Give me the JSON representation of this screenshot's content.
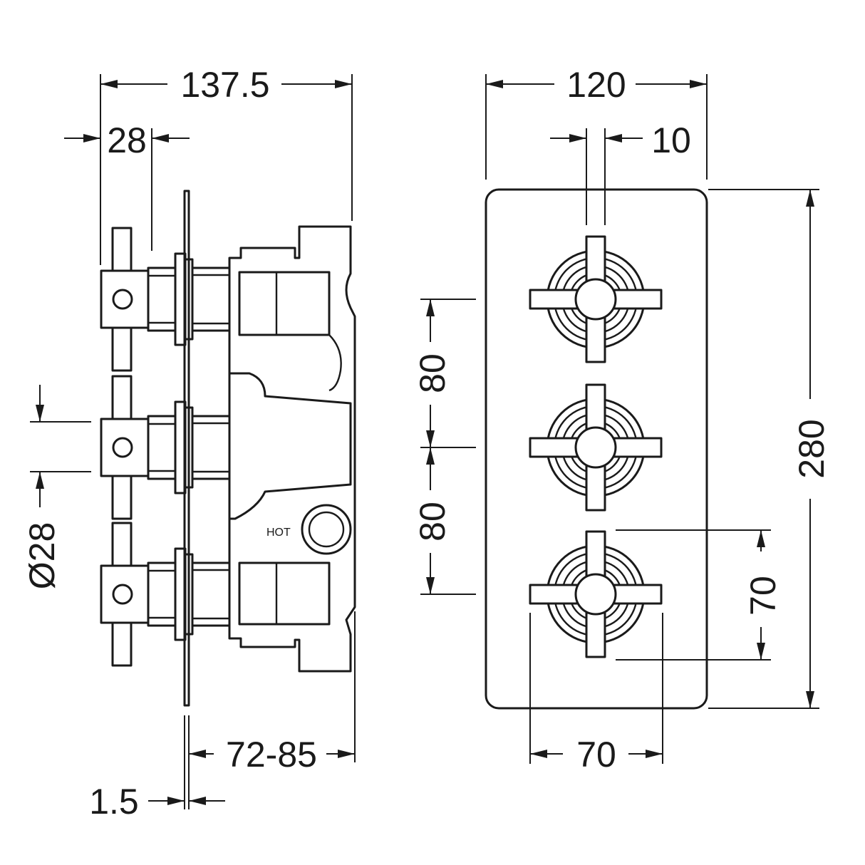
{
  "side_view": {
    "dims": {
      "overall_depth": "137.5",
      "handle_depth": "28",
      "handle_diameter": "Ø28",
      "wall_depth": "72-85",
      "plate_thickness": "1.5"
    },
    "hot_label": "HOT"
  },
  "front_view": {
    "dims": {
      "plate_width": "120",
      "lever_width": "10",
      "plate_height": "280",
      "spacing_upper": "80",
      "spacing_lower": "80",
      "handle_span_h": "70",
      "handle_span_w": "70"
    }
  }
}
